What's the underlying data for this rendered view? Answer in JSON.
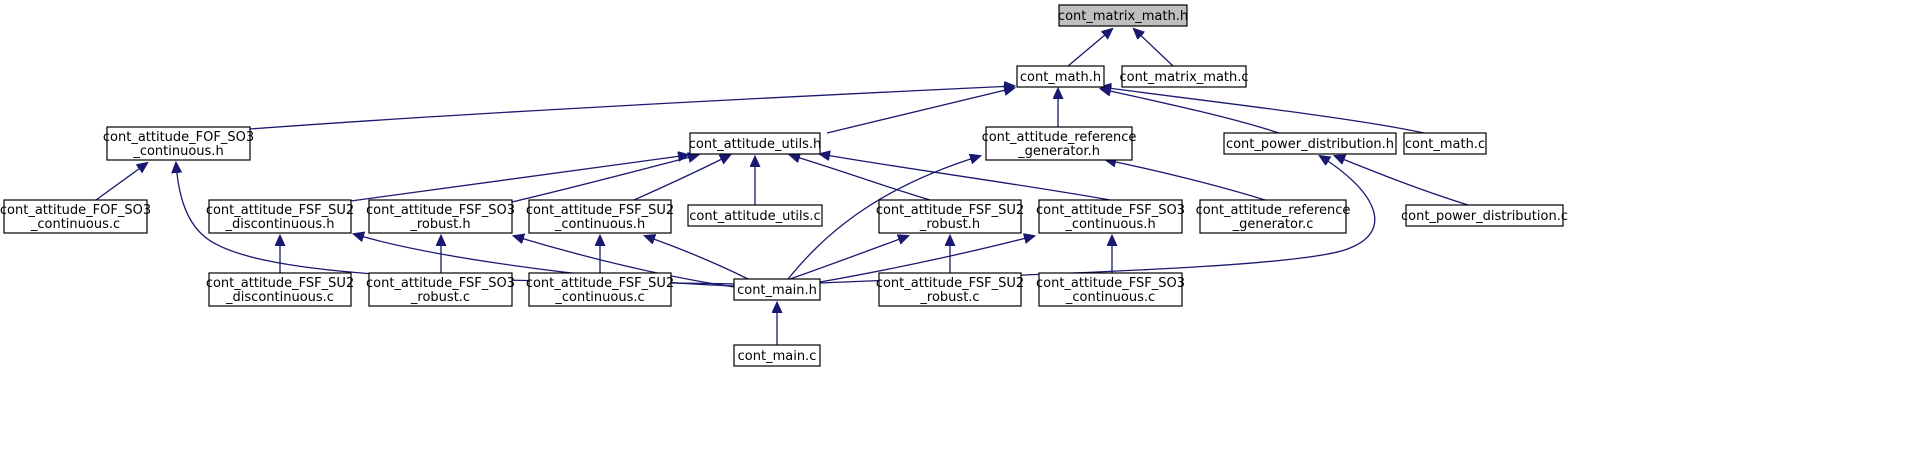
{
  "diagram": {
    "type": "include-dependency-graph",
    "colors": {
      "edge": "#191970",
      "root_fill": "#bfbfbf",
      "node_fill": "#ffffff",
      "border": "#000000"
    },
    "nodes": [
      {
        "id": "n0",
        "lines": [
          "cont_matrix_math.h"
        ],
        "root": true
      },
      {
        "id": "n1",
        "lines": [
          "cont_math.h"
        ]
      },
      {
        "id": "n2",
        "lines": [
          "cont_matrix_math.c"
        ]
      },
      {
        "id": "n3",
        "lines": [
          "cont_attitude_FOF_SO3",
          "_continuous.h"
        ]
      },
      {
        "id": "n4",
        "lines": [
          "cont_attitude_utils.h"
        ]
      },
      {
        "id": "n5",
        "lines": [
          "cont_attitude_reference",
          "_generator.h"
        ]
      },
      {
        "id": "n6",
        "lines": [
          "cont_power_distribution.h"
        ]
      },
      {
        "id": "n7",
        "lines": [
          "cont_math.c"
        ]
      },
      {
        "id": "n8",
        "lines": [
          "cont_attitude_FOF_SO3",
          "_continuous.c"
        ]
      },
      {
        "id": "n9",
        "lines": [
          "cont_attitude_FSF_SU2",
          "_discontinuous.h"
        ]
      },
      {
        "id": "n10",
        "lines": [
          "cont_attitude_FSF_SO3",
          "_robust.h"
        ]
      },
      {
        "id": "n11",
        "lines": [
          "cont_attitude_FSF_SU2",
          "_continuous.h"
        ]
      },
      {
        "id": "n12",
        "lines": [
          "cont_attitude_utils.c"
        ]
      },
      {
        "id": "n13",
        "lines": [
          "cont_attitude_FSF_SU2",
          "_robust.h"
        ]
      },
      {
        "id": "n14",
        "lines": [
          "cont_attitude_FSF_SO3",
          "_continuous.h"
        ]
      },
      {
        "id": "n15",
        "lines": [
          "cont_attitude_reference",
          "_generator.c"
        ]
      },
      {
        "id": "n16",
        "lines": [
          "cont_power_distribution.c"
        ]
      },
      {
        "id": "n17",
        "lines": [
          "cont_attitude_FSF_SU2",
          "_discontinuous.c"
        ]
      },
      {
        "id": "n18",
        "lines": [
          "cont_attitude_FSF_SO3",
          "_robust.c"
        ]
      },
      {
        "id": "n19",
        "lines": [
          "cont_attitude_FSF_SU2",
          "_continuous.c"
        ]
      },
      {
        "id": "n20",
        "lines": [
          "cont_main.h"
        ]
      },
      {
        "id": "n21",
        "lines": [
          "cont_attitude_FSF_SU2",
          "_robust.c"
        ]
      },
      {
        "id": "n22",
        "lines": [
          "cont_attitude_FSF_SO3",
          "_continuous.c"
        ]
      },
      {
        "id": "n23",
        "lines": [
          "cont_main.c"
        ]
      }
    ],
    "edges": [
      {
        "from": "n1",
        "to": "n0"
      },
      {
        "from": "n2",
        "to": "n0"
      },
      {
        "from": "n3",
        "to": "n1"
      },
      {
        "from": "n4",
        "to": "n1"
      },
      {
        "from": "n5",
        "to": "n1"
      },
      {
        "from": "n6",
        "to": "n1"
      },
      {
        "from": "n7",
        "to": "n1"
      },
      {
        "from": "n8",
        "to": "n3"
      },
      {
        "from": "n20",
        "to": "n3"
      },
      {
        "from": "n9",
        "to": "n4"
      },
      {
        "from": "n10",
        "to": "n4"
      },
      {
        "from": "n11",
        "to": "n4"
      },
      {
        "from": "n12",
        "to": "n4"
      },
      {
        "from": "n13",
        "to": "n4"
      },
      {
        "from": "n14",
        "to": "n4"
      },
      {
        "from": "n20",
        "to": "n5"
      },
      {
        "from": "n15",
        "to": "n5"
      },
      {
        "from": "n20",
        "to": "n6"
      },
      {
        "from": "n16",
        "to": "n6"
      },
      {
        "from": "n17",
        "to": "n9"
      },
      {
        "from": "n20",
        "to": "n9"
      },
      {
        "from": "n18",
        "to": "n10"
      },
      {
        "from": "n20",
        "to": "n10"
      },
      {
        "from": "n19",
        "to": "n11"
      },
      {
        "from": "n20",
        "to": "n11"
      },
      {
        "from": "n20",
        "to": "n13"
      },
      {
        "from": "n21",
        "to": "n13"
      },
      {
        "from": "n20",
        "to": "n14"
      },
      {
        "from": "n22",
        "to": "n14"
      },
      {
        "from": "n23",
        "to": "n20"
      }
    ]
  }
}
